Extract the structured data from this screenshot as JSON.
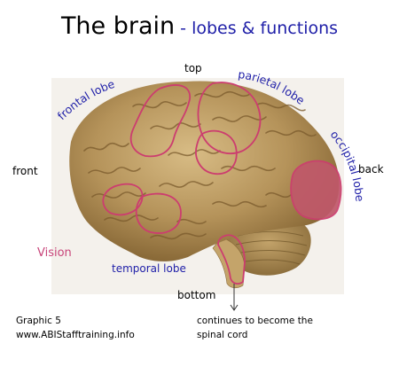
{
  "title": {
    "main": "The brain",
    "sub": " - lobes & functions"
  },
  "directions": {
    "top": "top",
    "front": "front",
    "back": "back",
    "bottom": "bottom"
  },
  "lobes": {
    "frontal": "frontal lobe",
    "parietal": "parietal lobe",
    "occipital": "occipital lobe",
    "temporal": "temporal lobe"
  },
  "function_label": "Vision",
  "footer": {
    "graphic": "Graphic 5",
    "site": "www.ABIStafftraining.info",
    "note_line1": "continues to become the",
    "note_line2": "spinal cord"
  },
  "colors": {
    "title_sub": "#1f1fa8",
    "lobe_label": "#1f1fa8",
    "outline": "#cc3d6f",
    "vision": "#c8457a",
    "occipital_fill": "#c0586a",
    "brain": "#b5935a",
    "cerebellum": "#9e8048"
  }
}
